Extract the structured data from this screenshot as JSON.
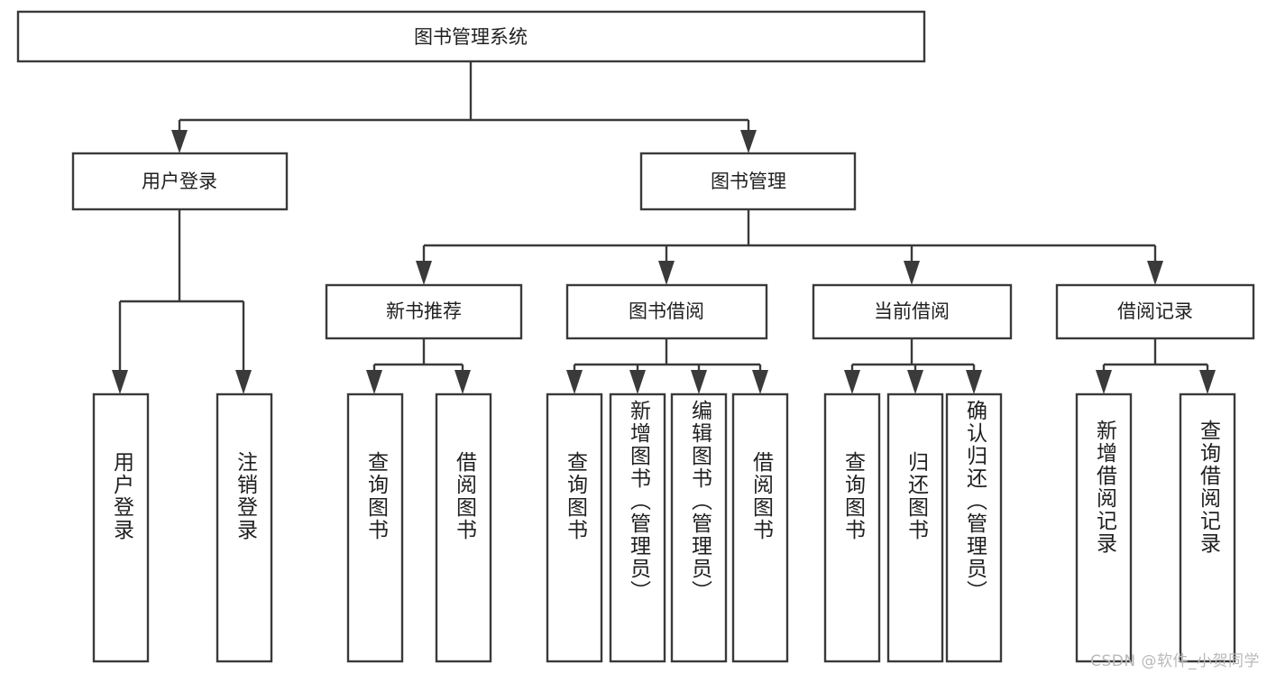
{
  "diagram": {
    "type": "tree-hierarchy-flowchart",
    "title": "图书管理系统",
    "watermark": "CSDN @软件_小贺同学",
    "colors": {
      "stroke": "#3a3a3a",
      "box_fill": "#ffffff",
      "text": "#1f1f1f",
      "background": "#ffffff",
      "watermark": "#b9b9b9"
    },
    "levels": [
      {
        "level": 1,
        "nodes": [
          {
            "id": "root",
            "label": "图书管理系统",
            "orientation": "horizontal"
          }
        ]
      },
      {
        "level": 2,
        "nodes": [
          {
            "id": "user-login",
            "label": "用户登录",
            "orientation": "horizontal",
            "parent": "root"
          },
          {
            "id": "book-manage",
            "label": "图书管理",
            "orientation": "horizontal",
            "parent": "root"
          }
        ]
      },
      {
        "level": 3,
        "nodes": [
          {
            "id": "new-book-rec",
            "label": "新书推荐",
            "orientation": "horizontal",
            "parent": "book-manage"
          },
          {
            "id": "book-borrow",
            "label": "图书借阅",
            "orientation": "horizontal",
            "parent": "book-manage"
          },
          {
            "id": "current-borrow",
            "label": "当前借阅",
            "orientation": "horizontal",
            "parent": "book-manage"
          },
          {
            "id": "borrow-record",
            "label": "借阅记录",
            "orientation": "horizontal",
            "parent": "book-manage"
          }
        ]
      },
      {
        "level": 4,
        "nodes": [
          {
            "id": "leaf-user-login",
            "label": "用户登录",
            "orientation": "vertical",
            "parent": "user-login"
          },
          {
            "id": "leaf-logout",
            "label": "注销登录",
            "orientation": "vertical",
            "parent": "user-login"
          },
          {
            "id": "leaf-query-book-1",
            "label": "查询图书",
            "orientation": "vertical",
            "parent": "new-book-rec"
          },
          {
            "id": "leaf-borrow-book-1",
            "label": "借阅图书",
            "orientation": "vertical",
            "parent": "new-book-rec"
          },
          {
            "id": "leaf-query-book-2",
            "label": "查询图书",
            "orientation": "vertical",
            "parent": "book-borrow"
          },
          {
            "id": "leaf-add-book",
            "label": "新增图书（管理员）",
            "orientation": "vertical",
            "parent": "book-borrow"
          },
          {
            "id": "leaf-edit-book",
            "label": "编辑图书（管理员）",
            "orientation": "vertical",
            "parent": "book-borrow"
          },
          {
            "id": "leaf-borrow-book-2",
            "label": "借阅图书",
            "orientation": "vertical",
            "parent": "book-borrow"
          },
          {
            "id": "leaf-query-book-3",
            "label": "查询图书",
            "orientation": "vertical",
            "parent": "current-borrow"
          },
          {
            "id": "leaf-return-book",
            "label": "归还图书",
            "orientation": "vertical",
            "parent": "current-borrow"
          },
          {
            "id": "leaf-confirm-return",
            "label": "确认归还（管理员）",
            "orientation": "vertical",
            "parent": "current-borrow"
          },
          {
            "id": "leaf-add-record",
            "label": "新增借阅记录",
            "orientation": "vertical",
            "parent": "borrow-record"
          },
          {
            "id": "leaf-query-record",
            "label": "查询借阅记录",
            "orientation": "vertical",
            "parent": "borrow-record"
          }
        ]
      }
    ]
  }
}
